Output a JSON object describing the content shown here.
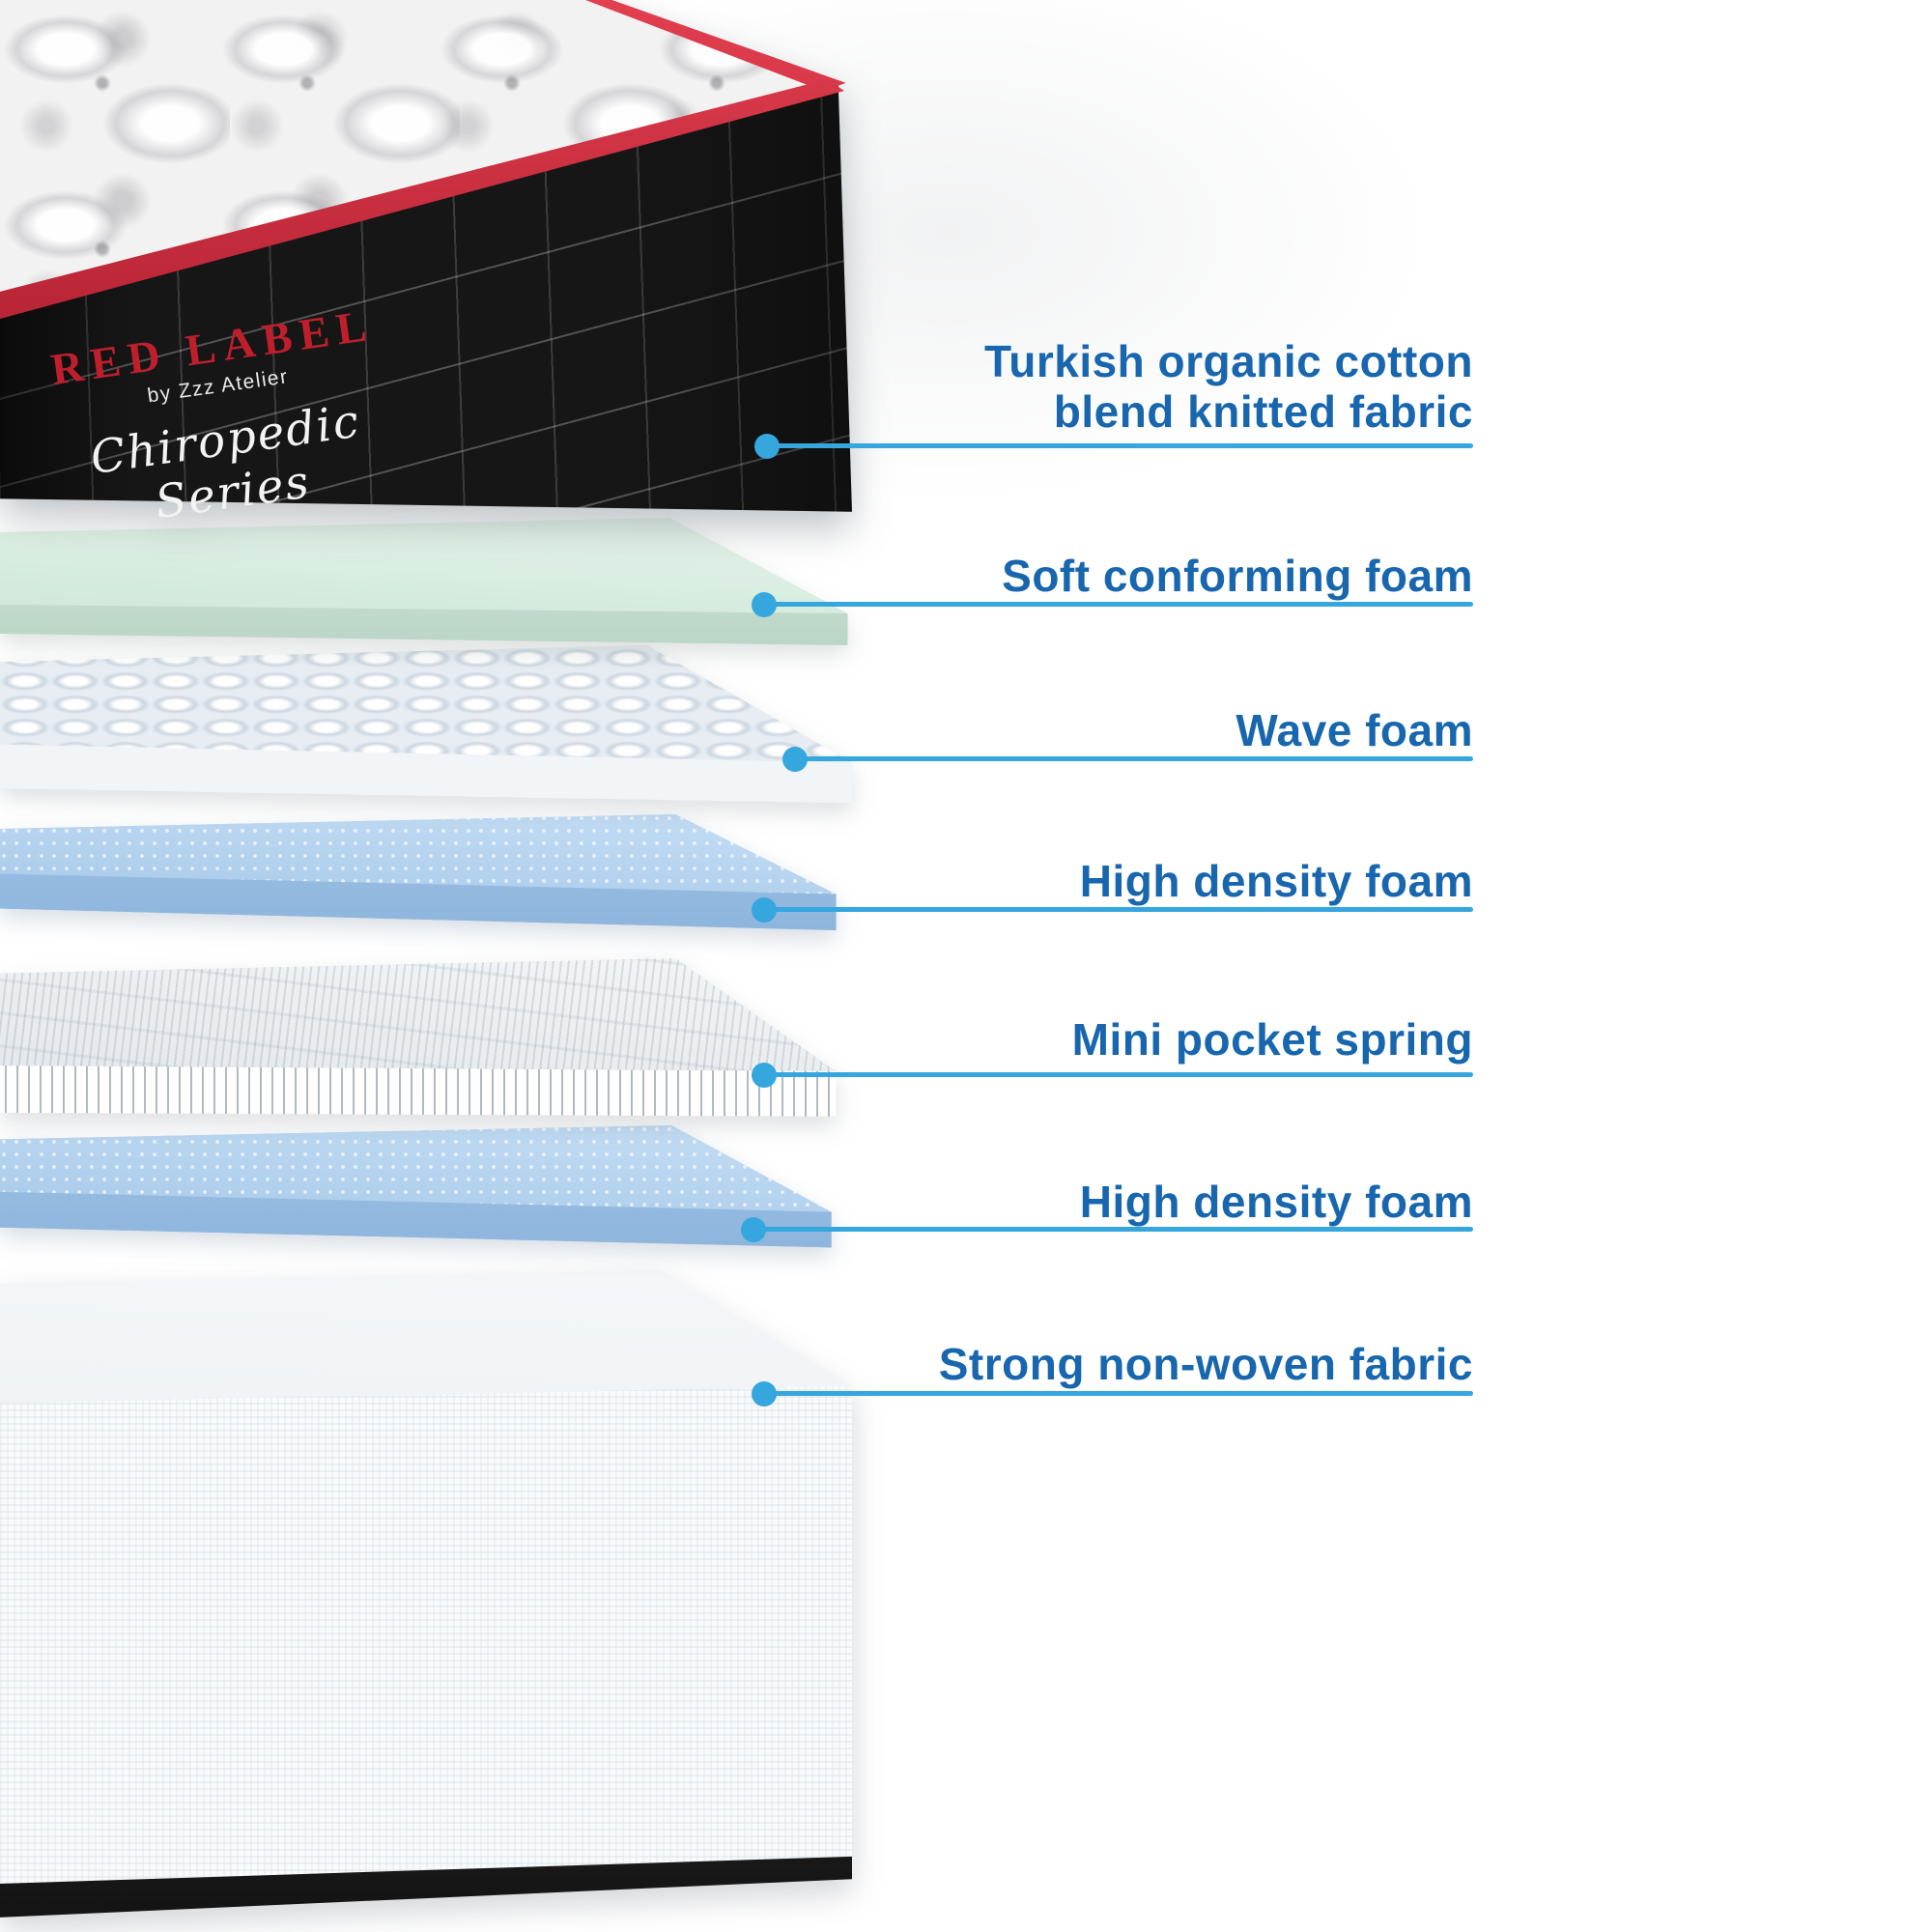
{
  "product": {
    "brand_name": "RED LABEL",
    "brand_by": "by Zzz Atelier",
    "brand_series": "Chiropedic Series"
  },
  "annotations": [
    {
      "label": "Turkish organic cotton\nblend knitted fabric"
    },
    {
      "label": "Soft conforming foam"
    },
    {
      "label": "Wave foam"
    },
    {
      "label": "High density foam"
    },
    {
      "label": "Mini pocket spring"
    },
    {
      "label": "High density foam"
    },
    {
      "label": "Strong non-woven fabric"
    }
  ],
  "layers": [
    {
      "name": "mattress top with quilted cover"
    },
    {
      "name": "soft conforming foam"
    },
    {
      "name": "wave foam"
    },
    {
      "name": "high density foam"
    },
    {
      "name": "mini pocket spring"
    },
    {
      "name": "high density foam"
    },
    {
      "name": "strong non-woven fabric base"
    }
  ],
  "colors": {
    "label_text": "#1766ae",
    "leader_line": "#35a7de",
    "piping_red": "#bf1f2c",
    "panel_black": "#161616",
    "soft_foam": "#d7ecdf",
    "wave_foam": "#eef2f6",
    "high_density_foam": "#accdeb",
    "pocket_spring": "#edeff1",
    "base_fabric": "#f8fafb"
  }
}
